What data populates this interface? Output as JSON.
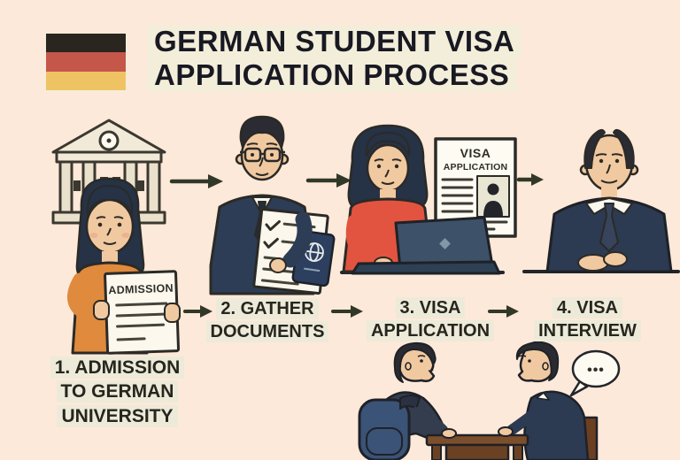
{
  "title": {
    "line1": "GERMAN STUDENT VISA",
    "line2": "APPLICATION PROCESS"
  },
  "steps": [
    {
      "label": "1. ADMISSION\nTO GERMAN\nUNIVERSITY"
    },
    {
      "label": "2. GATHER\nDOCUMENTS"
    },
    {
      "label": "3. VISA\nAPPLICATION"
    },
    {
      "label": "4. VISA\nINTERVIEW"
    }
  ],
  "documents": {
    "admission_letter_title": "ADMISSION",
    "visa_form_line1": "VISA",
    "visa_form_line2": "APPLICATION"
  },
  "speech_bubble": {
    "dots": "•••"
  },
  "icons": [
    "german-flag-icon",
    "university-building-icon",
    "arrow-right-icon",
    "admission-letter-icon",
    "checklist-document-icon",
    "passport-icon",
    "globe-icon",
    "laptop-icon",
    "visa-application-form-icon",
    "speech-bubble-icon",
    "interview-table-icon",
    "backpack-icon"
  ],
  "colors": {
    "background": "#fde9d9",
    "title_text": "#191923",
    "title_highlight": "#f3eeda",
    "label_text": "#26261f",
    "label_highlight": "#edead9",
    "flag_black": "#2b2520",
    "flag_red": "#c5574a",
    "flag_gold": "#efc363",
    "arrow": "#313828",
    "skin": "#f1c9a1",
    "hair_navy": "#263246",
    "orange_sweater": "#df8a3d",
    "red_sweater": "#e2543f",
    "navy_suit": "#2c3a52",
    "paper": "#fbf7ec",
    "building_fill": "#f1ead8",
    "laptop_navy": "#3d5168",
    "table_brown": "#7c4f2c"
  }
}
